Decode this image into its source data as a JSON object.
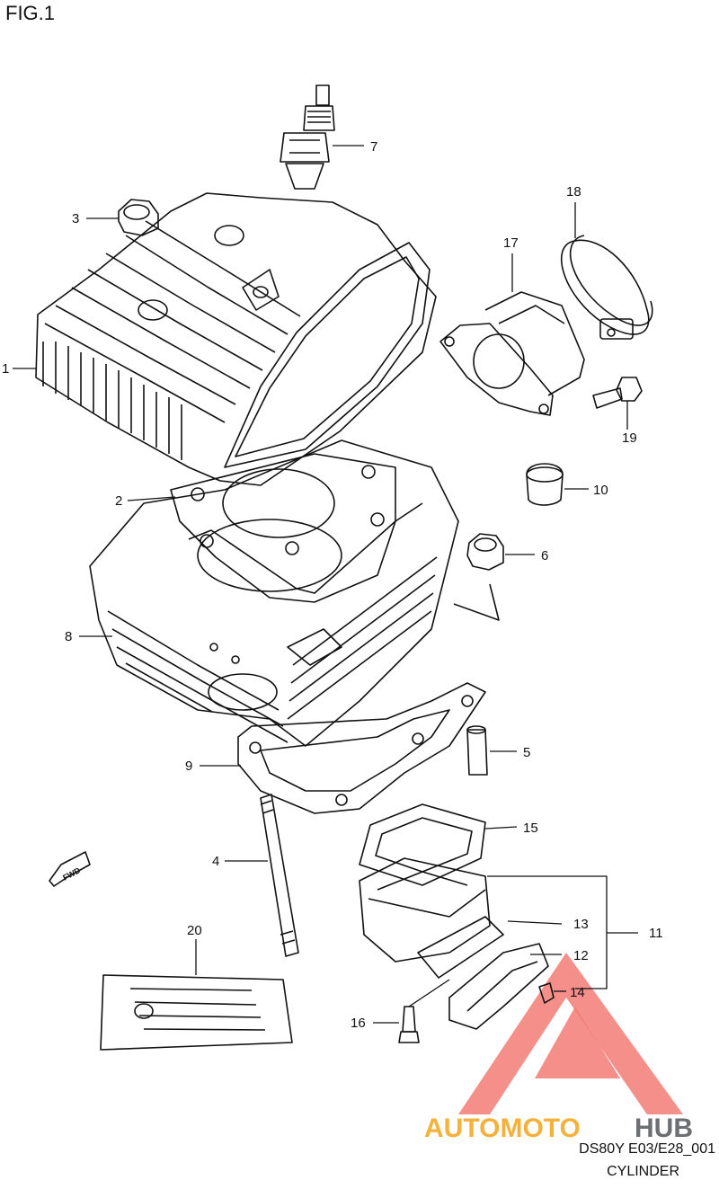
{
  "figure": {
    "title": "FIG.1",
    "reference": "DS80Y E03/E28_001",
    "subtitle": "CYLINDER"
  },
  "callouts": [
    {
      "label": "1"
    },
    {
      "label": "2"
    },
    {
      "label": "3"
    },
    {
      "label": "4"
    },
    {
      "label": "5"
    },
    {
      "label": "6"
    },
    {
      "label": "7"
    },
    {
      "label": "8"
    },
    {
      "label": "9"
    },
    {
      "label": "10"
    },
    {
      "label": "11"
    },
    {
      "label": "12"
    },
    {
      "label": "13"
    },
    {
      "label": "14"
    },
    {
      "label": "15"
    },
    {
      "label": "16"
    },
    {
      "label": "17"
    },
    {
      "label": "18"
    },
    {
      "label": "19"
    },
    {
      "label": "20"
    }
  ],
  "fwd_arrow": {
    "label": "FWD"
  },
  "watermark": {
    "part1": "AUTOMOTO",
    "part2": "HUB",
    "colors": {
      "triangle": "#f27c74",
      "part1": "#f4b23c",
      "part2": "#6d6f72"
    }
  }
}
